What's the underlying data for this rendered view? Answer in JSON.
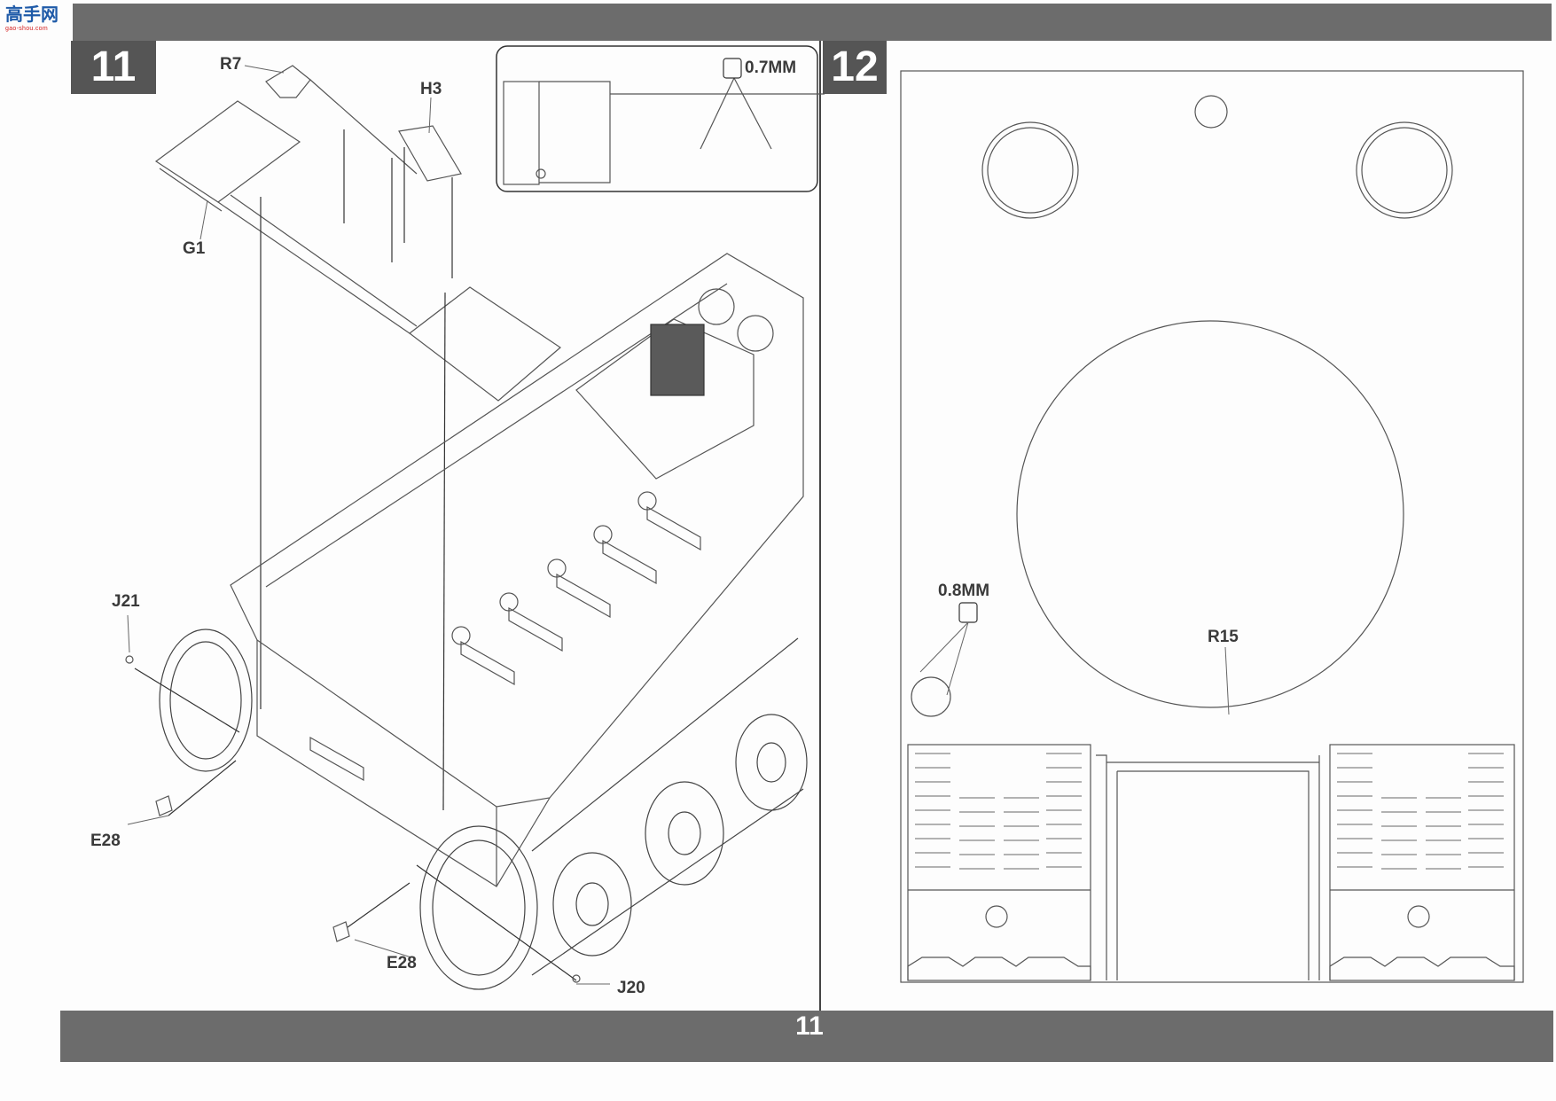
{
  "watermark": {
    "name": "高手网",
    "url": "gao-shou.com"
  },
  "page_number": "11",
  "steps": [
    {
      "number": "11",
      "parts": [
        "R7",
        "H3",
        "G1",
        "J21",
        "E28",
        "E28",
        "J20"
      ],
      "detail": {
        "drill_size": "0.7MM"
      }
    },
    {
      "number": "12",
      "parts": [
        "R15"
      ],
      "detail": {
        "drill_size": "0.8MM"
      }
    }
  ]
}
